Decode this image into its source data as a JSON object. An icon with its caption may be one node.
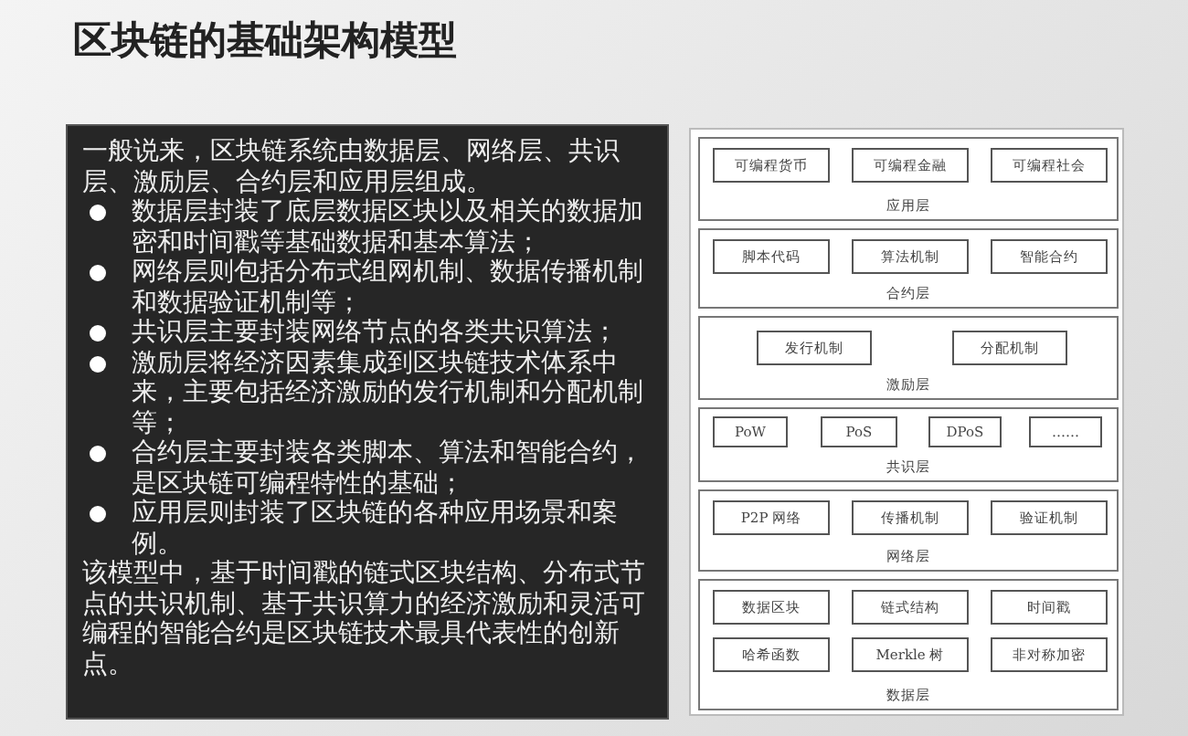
{
  "diagram": {
    "title": "区块链的基础架构模型",
    "nodes": [
      {
        "text": [
          "一般说来，区块链系统由数据层、网络层、共识层、激励层、合约层和应用层组成。",
          "数据层封装了底层数据区块以及相关的数据加密和时间戳等基础数据和基本算法；",
          "网络层则包括分布式组网机制、数据传播机制和数据验证机制等；",
          "共识层主要封装网络节点的各类共识算法；",
          "激励层将经济因素集成到区块链技术体系中来，主要包括经济激励的发行机制和分配机制等；",
          "合约层主要封装各类脚本、算法和智能合约，是区块链可编程特性的基础；",
          "应用层则封装了区块链的各种应用场景和案例。",
          "该模型中，基于时间戳的链式区块结构、分布式节点的共识机制、基于共识算力的经济激励和灵活可编程的智能合约是区块链技术最具代表性的创新点。"
        ]
      },
      {
        "text": [
          "应用层"
        ]
      },
      {
        "text": [
          "可编程货币"
        ],
        "in": 1
      },
      {
        "text": [
          "可编程金融"
        ],
        "in": 1
      },
      {
        "text": [
          "可编程社会"
        ],
        "in": 1
      },
      {
        "text": [
          "合约层"
        ]
      },
      {
        "text": [
          "脚本代码"
        ],
        "in": 5
      },
      {
        "text": [
          "算法机制"
        ],
        "in": 5
      },
      {
        "text": [
          "智能合约"
        ],
        "in": 5
      },
      {
        "text": [
          "激励层"
        ]
      },
      {
        "text": [
          "发行机制"
        ],
        "in": 9
      },
      {
        "text": [
          "分配机制"
        ],
        "in": 9
      },
      {
        "text": [
          "共识层"
        ]
      },
      {
        "text": [
          "PoW"
        ],
        "in": 12
      },
      {
        "text": [
          "PoS"
        ],
        "in": 12
      },
      {
        "text": [
          "DPoS"
        ],
        "in": 12
      },
      {
        "text": [
          "……"
        ],
        "in": 12
      },
      {
        "text": [
          "网络层"
        ]
      },
      {
        "text": [
          "P2P 网络"
        ],
        "in": 17
      },
      {
        "text": [
          "传播机制"
        ],
        "in": 17
      },
      {
        "text": [
          "验证机制"
        ],
        "in": 17
      },
      {
        "text": [
          "数据层"
        ]
      },
      {
        "text": [
          "数据区块"
        ],
        "in": 21
      },
      {
        "text": [
          "链式结构"
        ],
        "in": 21
      },
      {
        "text": [
          "时间戳"
        ],
        "in": 21
      },
      {
        "text": [
          "哈希函数"
        ],
        "in": 21
      },
      {
        "text": [
          "Merkle 树"
        ],
        "in": 21
      },
      {
        "text": [
          "非对称加密"
        ],
        "in": 21
      }
    ]
  }
}
